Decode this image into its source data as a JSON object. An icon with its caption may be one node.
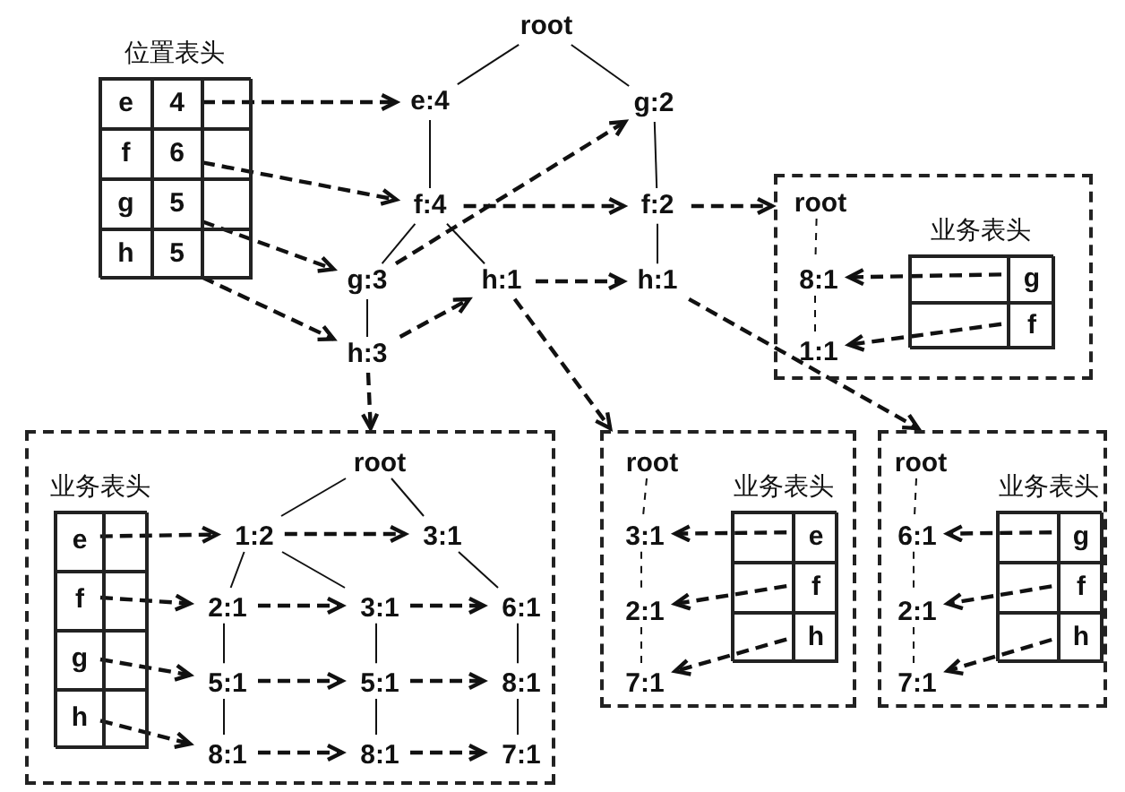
{
  "diagram": {
    "nodes": [
      {
        "text": [
          "位置表头"
        ]
      },
      {
        "text": [
          "e",
          "4"
        ],
        "in": 0
      },
      {
        "text": [
          "f",
          "6"
        ],
        "in": 0
      },
      {
        "text": [
          "g",
          "5"
        ],
        "in": 0
      },
      {
        "text": [
          "h",
          "5"
        ],
        "in": 0
      },
      {
        "text": [
          "root"
        ]
      },
      {
        "text": [
          "e:4"
        ]
      },
      {
        "text": [
          "g:2"
        ]
      },
      {
        "text": [
          "f:4"
        ]
      },
      {
        "text": [
          "f:2"
        ]
      },
      {
        "text": [
          "g:3"
        ]
      },
      {
        "text": [
          "h:1"
        ]
      },
      {
        "text": [
          "h:1"
        ]
      },
      {
        "text": [
          "h:3"
        ]
      },
      {
        "text": [],
        "shape": "box"
      },
      {
        "text": [
          "root"
        ],
        "in": 14
      },
      {
        "text": [
          "8:1"
        ],
        "in": 14
      },
      {
        "text": [
          "1:1"
        ],
        "in": 14
      },
      {
        "text": [
          "业务表头"
        ],
        "in": 14
      },
      {
        "text": [
          "g"
        ],
        "in": 18
      },
      {
        "text": [
          "f"
        ],
        "in": 18
      },
      {
        "text": [],
        "shape": "box"
      },
      {
        "text": [
          "业务表头"
        ],
        "in": 21
      },
      {
        "text": [
          "e"
        ],
        "in": 22
      },
      {
        "text": [
          "f"
        ],
        "in": 22
      },
      {
        "text": [
          "g"
        ],
        "in": 22
      },
      {
        "text": [
          "h"
        ],
        "in": 22
      },
      {
        "text": [
          "root"
        ],
        "in": 21
      },
      {
        "text": [
          "1:2"
        ],
        "in": 21
      },
      {
        "text": [
          "3:1"
        ],
        "in": 21
      },
      {
        "text": [
          "2:1"
        ],
        "in": 21
      },
      {
        "text": [
          "3:1"
        ],
        "in": 21
      },
      {
        "text": [
          "6:1"
        ],
        "in": 21
      },
      {
        "text": [
          "5:1"
        ],
        "in": 21
      },
      {
        "text": [
          "5:1"
        ],
        "in": 21
      },
      {
        "text": [
          "8:1"
        ],
        "in": 21
      },
      {
        "text": [
          "8:1"
        ],
        "in": 21
      },
      {
        "text": [
          "8:1"
        ],
        "in": 21
      },
      {
        "text": [
          "7:1"
        ],
        "in": 21
      },
      {
        "text": [],
        "shape": "box"
      },
      {
        "text": [
          "root"
        ],
        "in": 39
      },
      {
        "text": [
          "业务表头"
        ],
        "in": 39
      },
      {
        "text": [
          "e"
        ],
        "in": 41
      },
      {
        "text": [
          "f"
        ],
        "in": 41
      },
      {
        "text": [
          "h"
        ],
        "in": 41
      },
      {
        "text": [
          "3:1"
        ],
        "in": 39
      },
      {
        "text": [
          "2:1"
        ],
        "in": 39
      },
      {
        "text": [
          "7:1"
        ],
        "in": 39
      },
      {
        "text": [],
        "shape": "box"
      },
      {
        "text": [
          "root"
        ],
        "in": 48
      },
      {
        "text": [
          "业务表头"
        ],
        "in": 48
      },
      {
        "text": [
          "g"
        ],
        "in": 50
      },
      {
        "text": [
          "f"
        ],
        "in": 50
      },
      {
        "text": [
          "h"
        ],
        "in": 50
      },
      {
        "text": [
          "6:1"
        ],
        "in": 48
      },
      {
        "text": [
          "2:1"
        ],
        "in": 48
      },
      {
        "text": [
          "7:1"
        ],
        "in": 48
      }
    ],
    "edges": [
      {
        "from": 5,
        "to": 6,
        "arrow": "none"
      },
      {
        "from": 5,
        "to": 7,
        "arrow": "none"
      },
      {
        "from": 6,
        "to": 8,
        "arrow": "none"
      },
      {
        "from": 8,
        "to": 10,
        "arrow": "none"
      },
      {
        "from": 8,
        "to": 11,
        "arrow": "none"
      },
      {
        "from": 10,
        "to": 13,
        "arrow": "none"
      },
      {
        "from": 7,
        "to": 9,
        "arrow": "none"
      },
      {
        "from": 9,
        "to": 12,
        "arrow": "none"
      },
      {
        "from": 1,
        "to": 6,
        "arrow": "to",
        "style": "dashed"
      },
      {
        "from": 2,
        "to": 8,
        "arrow": "to",
        "style": "dashed"
      },
      {
        "from": 3,
        "to": 10,
        "arrow": "to",
        "style": "dashed"
      },
      {
        "from": 4,
        "to": 13,
        "arrow": "to",
        "style": "dashed"
      },
      {
        "from": 8,
        "to": 9,
        "arrow": "to",
        "style": "dashed"
      },
      {
        "from": 10,
        "to": 7,
        "arrow": "to",
        "style": "dashed"
      },
      {
        "from": 13,
        "to": 11,
        "arrow": "to",
        "style": "dashed"
      },
      {
        "from": 11,
        "to": 12,
        "arrow": "to",
        "style": "dashed"
      },
      {
        "from": 9,
        "to": 14,
        "arrow": "to",
        "style": "dashed"
      },
      {
        "from": 11,
        "to": 39,
        "arrow": "to",
        "style": "dashed"
      },
      {
        "from": 12,
        "to": 48,
        "arrow": "to",
        "style": "dashed"
      },
      {
        "from": 13,
        "to": 21,
        "arrow": "to",
        "style": "dashed"
      },
      {
        "from": 15,
        "to": 16,
        "arrow": "none",
        "style": "dashed"
      },
      {
        "from": 16,
        "to": 17,
        "arrow": "none",
        "style": "dashed"
      },
      {
        "from": 19,
        "to": 16,
        "arrow": "to",
        "style": "dashed"
      },
      {
        "from": 20,
        "to": 17,
        "arrow": "to",
        "style": "dashed"
      },
      {
        "from": 27,
        "to": 28,
        "arrow": "none"
      },
      {
        "from": 27,
        "to": 29,
        "arrow": "none"
      },
      {
        "from": 28,
        "to": 30,
        "arrow": "none"
      },
      {
        "from": 28,
        "to": 31,
        "arrow": "none"
      },
      {
        "from": 29,
        "to": 32,
        "arrow": "none"
      },
      {
        "from": 30,
        "to": 33,
        "arrow": "none"
      },
      {
        "from": 33,
        "to": 36,
        "arrow": "none"
      },
      {
        "from": 31,
        "to": 34,
        "arrow": "none"
      },
      {
        "from": 34,
        "to": 37,
        "arrow": "none"
      },
      {
        "from": 32,
        "to": 35,
        "arrow": "none"
      },
      {
        "from": 35,
        "to": 38,
        "arrow": "none"
      },
      {
        "from": 23,
        "to": 28,
        "arrow": "to",
        "style": "dashed"
      },
      {
        "from": 28,
        "to": 29,
        "arrow": "to",
        "style": "dashed"
      },
      {
        "from": 24,
        "to": 30,
        "arrow": "to",
        "style": "dashed"
      },
      {
        "from": 30,
        "to": 31,
        "arrow": "to",
        "style": "dashed"
      },
      {
        "from": 31,
        "to": 32,
        "arrow": "to",
        "style": "dashed"
      },
      {
        "from": 25,
        "to": 33,
        "arrow": "to",
        "style": "dashed"
      },
      {
        "from": 33,
        "to": 34,
        "arrow": "to",
        "style": "dashed"
      },
      {
        "from": 34,
        "to": 35,
        "arrow": "to",
        "style": "dashed"
      },
      {
        "from": 26,
        "to": 36,
        "arrow": "to",
        "style": "dashed"
      },
      {
        "from": 36,
        "to": 37,
        "arrow": "to",
        "style": "dashed"
      },
      {
        "from": 37,
        "to": 38,
        "arrow": "to",
        "style": "dashed"
      },
      {
        "from": 40,
        "to": 45,
        "arrow": "none",
        "style": "dashed"
      },
      {
        "from": 45,
        "to": 46,
        "arrow": "none",
        "style": "dashed"
      },
      {
        "from": 46,
        "to": 47,
        "arrow": "none",
        "style": "dashed"
      },
      {
        "from": 42,
        "to": 45,
        "arrow": "to",
        "style": "dashed"
      },
      {
        "from": 43,
        "to": 46,
        "arrow": "to",
        "style": "dashed"
      },
      {
        "from": 44,
        "to": 47,
        "arrow": "to",
        "style": "dashed"
      },
      {
        "from": 49,
        "to": 54,
        "arrow": "none",
        "style": "dashed"
      },
      {
        "from": 54,
        "to": 55,
        "arrow": "none",
        "style": "dashed"
      },
      {
        "from": 55,
        "to": 56,
        "arrow": "none",
        "style": "dashed"
      },
      {
        "from": 51,
        "to": 54,
        "arrow": "to",
        "style": "dashed"
      },
      {
        "from": 52,
        "to": 55,
        "arrow": "to",
        "style": "dashed"
      },
      {
        "from": 53,
        "to": 56,
        "arrow": "to",
        "style": "dashed"
      }
    ]
  }
}
